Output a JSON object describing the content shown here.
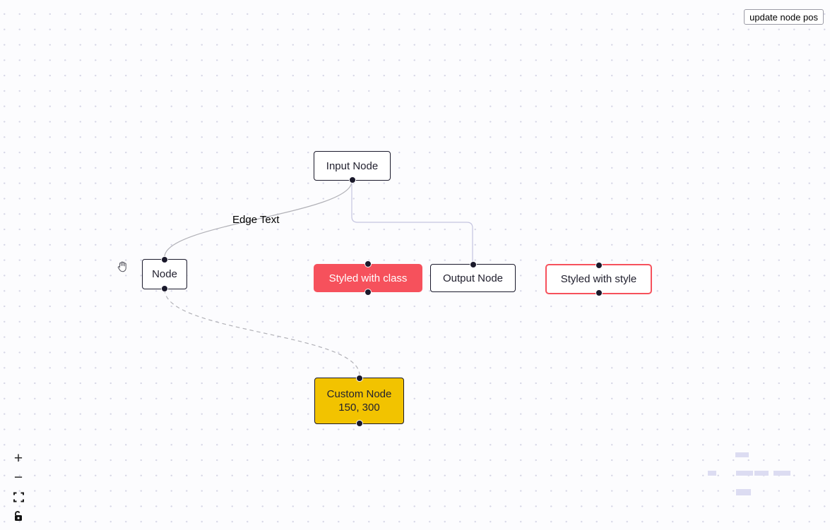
{
  "toolbar": {
    "update_node_pos_label": "update node pos"
  },
  "nodes": {
    "input": {
      "label": "Input Node"
    },
    "default": {
      "label": "Node"
    },
    "styled_class": {
      "label": "Styled with class"
    },
    "output": {
      "label": "Output Node"
    },
    "styled_style": {
      "label": "Styled with style"
    },
    "custom": {
      "label": "Custom Node",
      "coords": "150, 300"
    }
  },
  "edges": {
    "edge_text_label": "Edge Text"
  },
  "controls": {
    "zoom_in_label": "+",
    "zoom_out_label": "−"
  },
  "icons": [
    "plus-icon",
    "minus-icon",
    "fit-view-icon",
    "lock-icon",
    "hand-cursor-icon"
  ],
  "colors": {
    "canvas_bg": "#fcfcfe",
    "grid_dot": "#d6d6e6",
    "node_border": "#1a192b",
    "styled_class_bg": "#f6515c",
    "styled_style_border": "#f6515c",
    "custom_node_bg": "#f2c300",
    "edge_default": "#b1b1b7",
    "edge_step": "#c5c5e0",
    "minimap_node": "#dcdcf2"
  }
}
